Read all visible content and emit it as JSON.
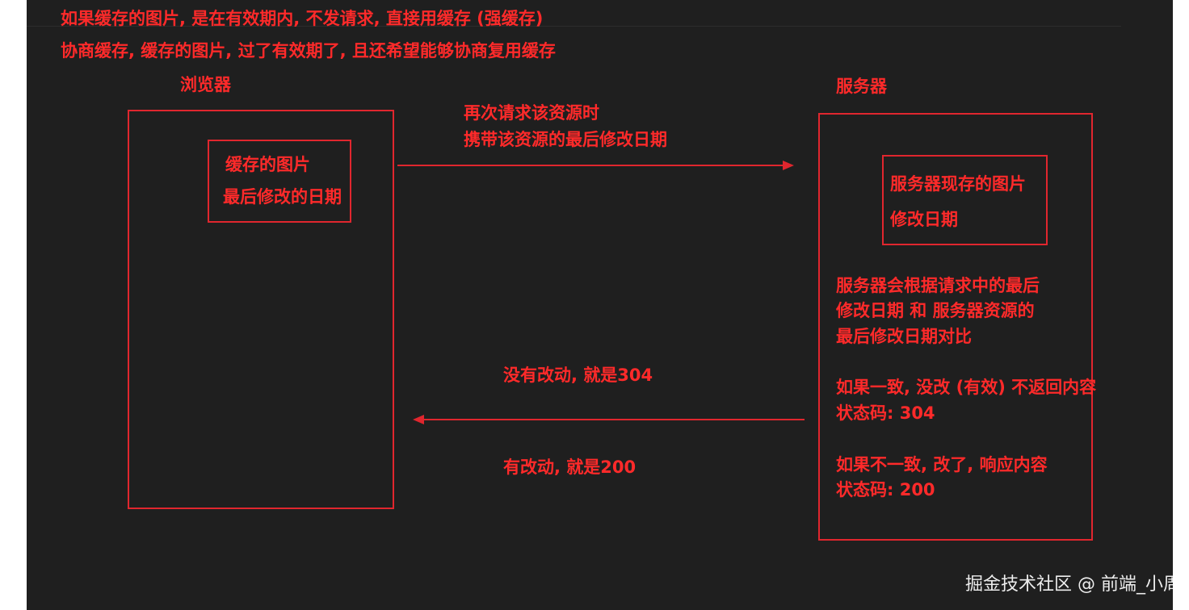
{
  "notes": {
    "strong_cache": "如果缓存的图片, 是在有效期内, 不发请求, 直接用缓存 (强缓存)",
    "negotiated_cache": "协商缓存, 缓存的图片, 过了有效期了, 且还希望能够协商复用缓存"
  },
  "browser": {
    "label": "浏览器",
    "cached_image_line1": "缓存的图片",
    "cached_image_line2": "最后修改的日期"
  },
  "server": {
    "label": "服务器",
    "current_image_line1": "服务器现存的图片",
    "current_image_line2": "修改日期",
    "compare_line1": "服务器会根据请求中的最后",
    "compare_line2": "修改日期 和 服务器资源的",
    "compare_line3": "最后修改日期对比",
    "match_line1": "如果一致, 没改 (有效) 不返回内容",
    "match_line2": "状态码: 304",
    "mismatch_line1": "如果不一致, 改了, 响应内容",
    "mismatch_line2": "状态码: 200"
  },
  "request": {
    "line1": "再次请求该资源时",
    "line2": "携带该资源的最后修改日期"
  },
  "response": {
    "unchanged": "没有改动, 就是304",
    "changed": "有改动, 就是200"
  },
  "watermark": "掘金技术社区 @ 前端_小周",
  "colors": {
    "accent": "#ff2a2a",
    "box": "#e0262e",
    "background": "#1f1f1f"
  }
}
